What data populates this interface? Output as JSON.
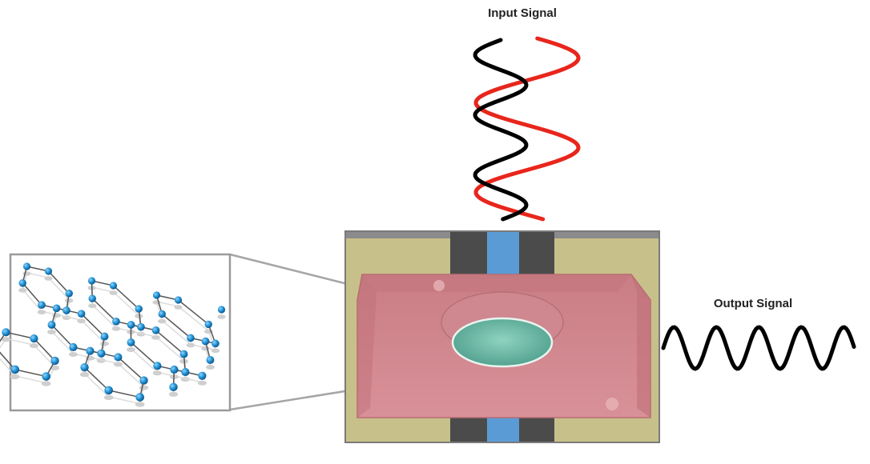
{
  "labels": {
    "input_signal": "Input Signal",
    "output_signal": "Output Signal"
  },
  "colors": {
    "signal_black": "#000000",
    "signal_red": "#e8261c",
    "channel_blue": "#5b9bd5",
    "mesa_pink": "#d9888e",
    "electrode_gold": "#c9c28a",
    "membrane_teal": "#6fc0a8",
    "lattice_atom": "#1f8fd0",
    "frame_gray": "#9a9a9a"
  },
  "icons": {
    "lattice": "graphene-hexagonal-lattice-icon",
    "device": "resonator-device-image"
  }
}
